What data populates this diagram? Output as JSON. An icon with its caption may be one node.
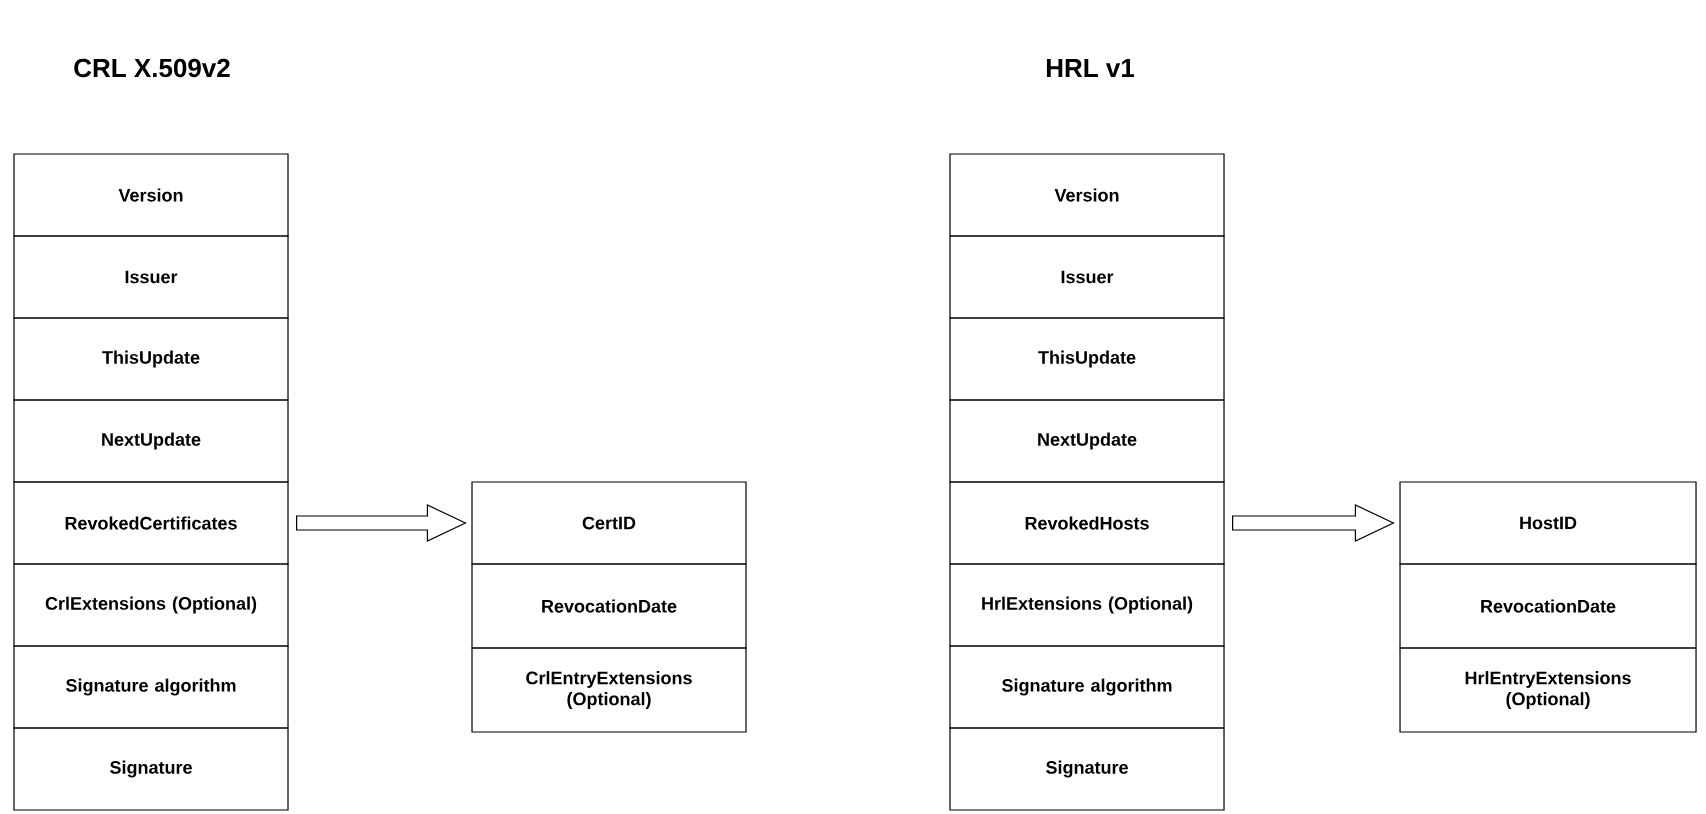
{
  "diagram": {
    "nodes": [
      {
        "text": [
          "Version"
        ]
      },
      {
        "text": [
          "Issuer"
        ]
      },
      {
        "text": [
          "ThisUpdate"
        ]
      },
      {
        "text": [
          "NextUpdate"
        ]
      },
      {
        "text": [
          "RevokedCertificates"
        ]
      },
      {
        "text": [
          "CrlExtensions (Optional)"
        ]
      },
      {
        "text": [
          "Signature algorithm"
        ]
      },
      {
        "text": [
          "Signature"
        ]
      },
      {
        "text": [
          "CertID"
        ]
      },
      {
        "text": [
          "RevocationDate"
        ]
      },
      {
        "text": [
          "CrlEntryExtensions (Optional)"
        ]
      },
      {
        "text": [
          "Version"
        ]
      },
      {
        "text": [
          "Issuer"
        ]
      },
      {
        "text": [
          "ThisUpdate"
        ]
      },
      {
        "text": [
          "NextUpdate"
        ]
      },
      {
        "text": [
          "RevokedHosts"
        ]
      },
      {
        "text": [
          "HrlExtensions (Optional)"
        ]
      },
      {
        "text": [
          "Signature algorithm"
        ]
      },
      {
        "text": [
          "Signature"
        ]
      },
      {
        "text": [
          "HostID"
        ]
      },
      {
        "text": [
          "RevocationDate"
        ]
      },
      {
        "text": [
          "HrlEntryExtensions (Optional)"
        ]
      }
    ],
    "edges": [
      {
        "from": 4,
        "to": 8,
        "arrow": "to"
      },
      {
        "from": 15,
        "to": 19,
        "arrow": "to"
      }
    ],
    "labels": [
      "CRL X.509v2",
      "HRL v1"
    ]
  }
}
